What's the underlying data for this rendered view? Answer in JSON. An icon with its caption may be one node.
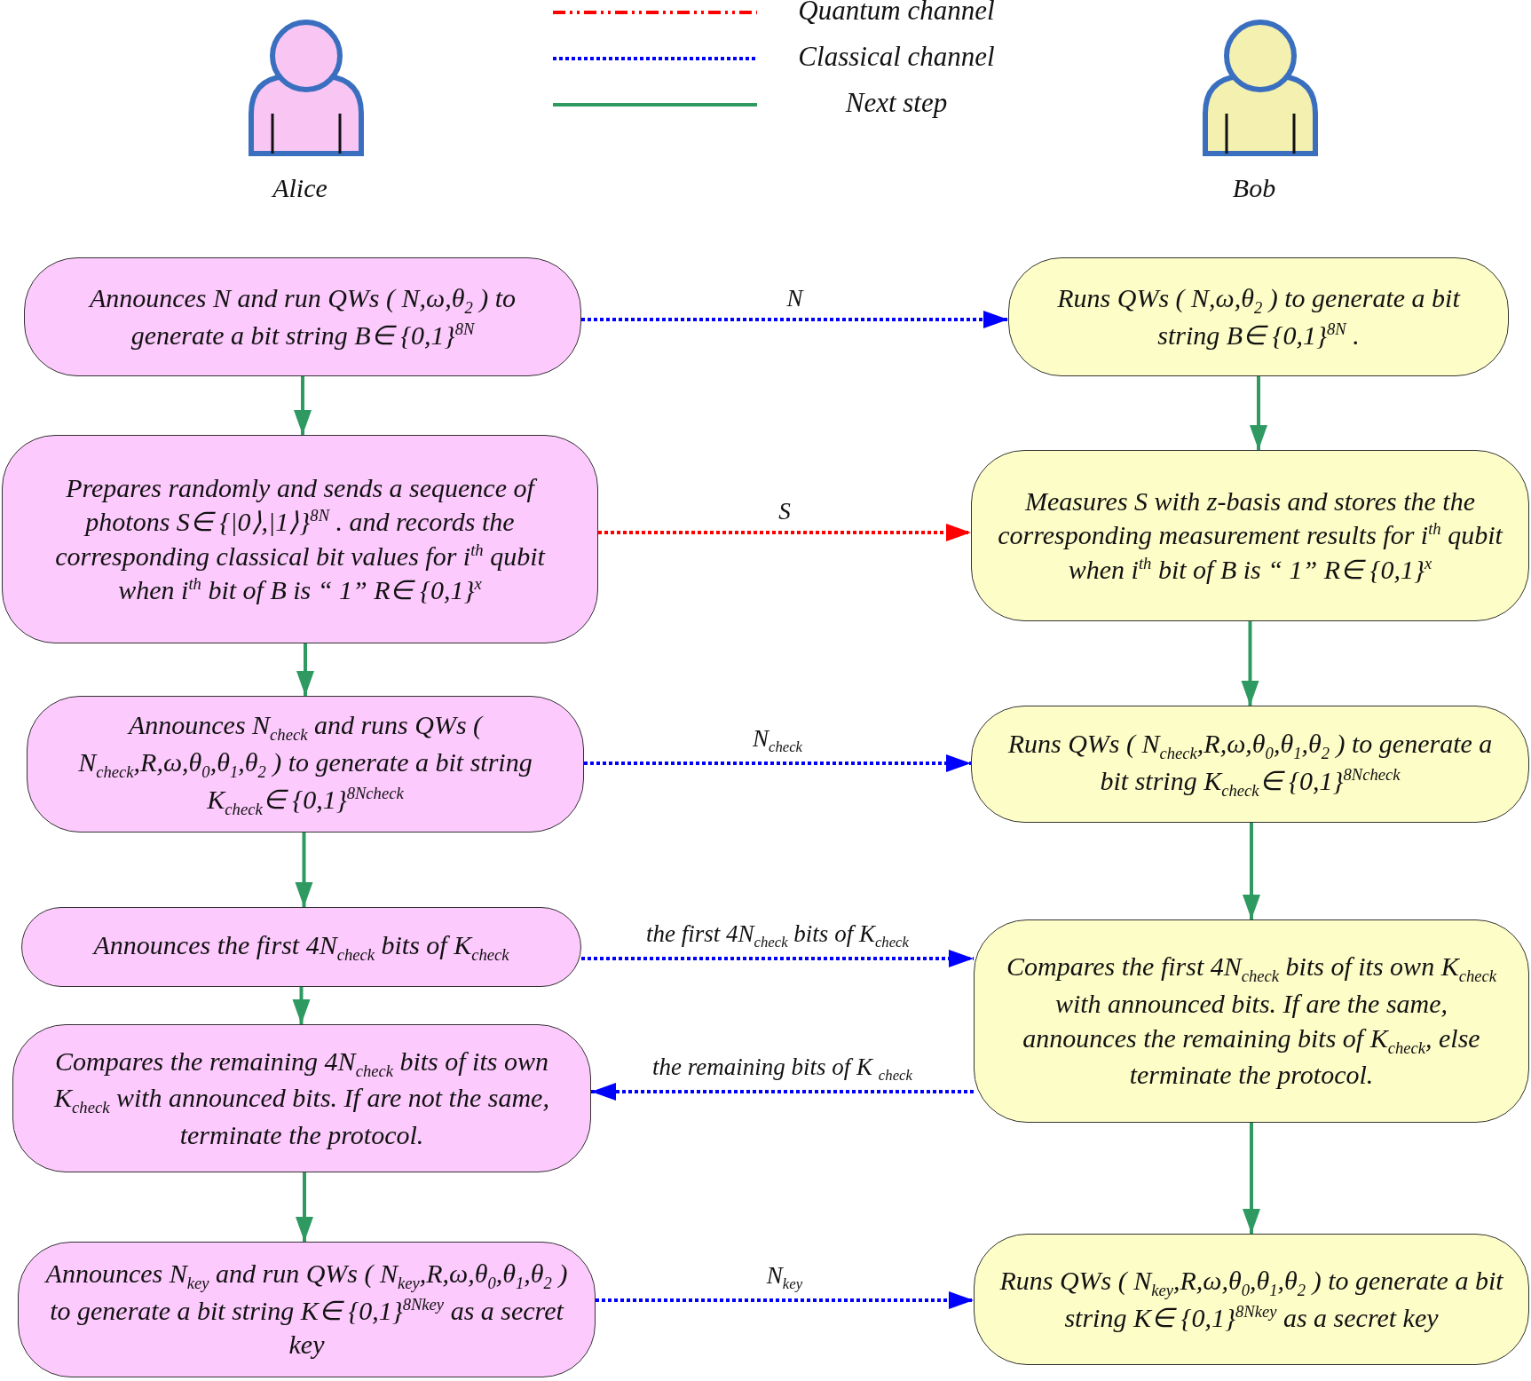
{
  "diagram": {
    "nodes": [
      {
        "text": [
          "Announces N and run QWs ( N,ω,θ$_{2}$ ) to generate a bit string B∈ {0,1}$^{8N}$"
        ]
      },
      {
        "text": [
          "Runs QWs ( N,ω,θ$_{2}$ ) to generate a bit string B∈ {0,1}$^{8N}$ ."
        ]
      },
      {
        "text": [
          "Prepares randomly and sends a sequence of photons S∈ {|0⟩,|1⟩}$^{8N}$ . and records the corresponding classical bit values for i$^{th}$ qubit when i$^{th}$ bit of B is “ 1” R∈ {0,1}$^{x}$"
        ]
      },
      {
        "text": [
          "Measures S with z-basis and stores the the corresponding measurement results for i$^{th}$ qubit when i$^{th}$ bit of B is “ 1” R∈ {0,1}$^{x}$"
        ]
      },
      {
        "text": [
          "Announces N$_{check}$ and runs QWs ( N$_{check}$,R,ω,θ$_{0}$,θ$_{1}$,θ$_{2}$ ) to generate a bit string K$_{check}$∈ {0,1}$^{8Ncheck}$"
        ]
      },
      {
        "text": [
          "Runs QWs ( N$_{check}$,R,ω,θ$_{0}$,θ$_{1}$,θ$_{2}$ ) to generate a bit string K$_{check}$∈ {0,1}$^{8Ncheck}$"
        ]
      },
      {
        "text": [
          "Announces the first 4N$_{check}$ bits of K$_{check}$"
        ]
      },
      {
        "text": [
          "Compares the first 4N$_{check}$ bits of its own K$_{check}$ with announced bits. If are the same, announces the remaining bits of K$_{check}$, else terminate the protocol."
        ]
      },
      {
        "text": [
          "Compares the remaining 4N$_{check}$ bits of its own K$_{check}$ with announced bits. If are not the same, terminate the protocol."
        ]
      },
      {
        "text": [
          "Announces N$_{key}$ and run QWs ( N$_{key}$,R,ω,θ$_{0}$,θ$_{1}$,θ$_{2}$ ) to generate a bit string K∈ {0,1}$^{8Nkey}$ as a secret key"
        ]
      },
      {
        "text": [
          "Runs QWs ( N$_{key}$,R,ω,θ$_{0}$,θ$_{1}$,θ$_{2}$ ) to generate a bit string K∈ {0,1}$^{8Nkey}$ as a secret key"
        ]
      }
    ],
    "edges": [
      {
        "from": 0,
        "to": 1,
        "arrow": "to",
        "label": "N",
        "style": "dashed",
        "color": "#0000ff"
      },
      {
        "from": 0,
        "to": 2,
        "arrow": "to"
      },
      {
        "from": 1,
        "to": 3,
        "arrow": "to"
      },
      {
        "from": 2,
        "to": 3,
        "arrow": "to",
        "label": "S",
        "style": "dashed",
        "color": "#ff0000"
      },
      {
        "from": 2,
        "to": 4,
        "arrow": "to"
      },
      {
        "from": 3,
        "to": 5,
        "arrow": "to"
      },
      {
        "from": 4,
        "to": 5,
        "arrow": "to",
        "label": "N$_{check}$",
        "style": "dashed",
        "color": "#0000ff"
      },
      {
        "from": 4,
        "to": 6,
        "arrow": "to"
      },
      {
        "from": 5,
        "to": 7,
        "arrow": "to"
      },
      {
        "from": 6,
        "to": 7,
        "arrow": "to",
        "label": "the first 4N$_{check}$ bits of K$_{check}$",
        "style": "dashed",
        "color": "#0000ff"
      },
      {
        "from": 6,
        "to": 8,
        "arrow": "to"
      },
      {
        "from": 7,
        "to": 8,
        "arrow": "to",
        "label": "the remaining bits of K $_{check}$",
        "style": "dashed",
        "color": "#0000ff"
      },
      {
        "from": 8,
        "to": 9,
        "arrow": "to"
      },
      {
        "from": 7,
        "to": 10,
        "arrow": "to"
      },
      {
        "from": 9,
        "to": 10,
        "arrow": "to",
        "label": "N$_{key}$",
        "style": "dashed",
        "color": "#0000ff"
      }
    ],
    "labels": [
      "Alice",
      "Bob"
    ],
    "legend": [
      {
        "text": "Quantum channel"
      },
      {
        "text": "Classical channel"
      },
      {
        "text": "Next step"
      }
    ]
  }
}
